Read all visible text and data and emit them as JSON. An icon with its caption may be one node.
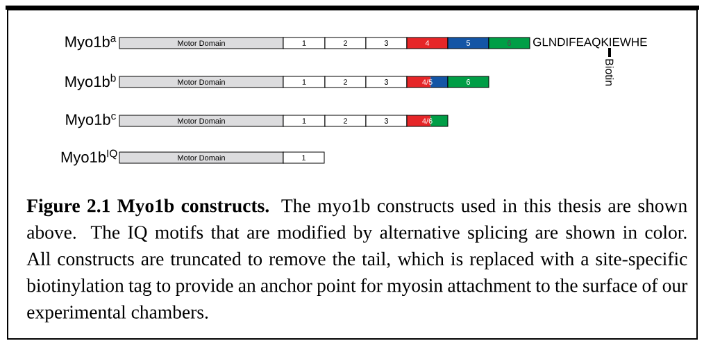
{
  "diagram": {
    "caption": "**Figure 2.1  Myo1b constructs.**  The myo1b constructs used in this thesis are shown above.  The IQ motifs that are modified by alternative splicing are shown in color.  All constructs are truncated to remove the tail, which is replaced with a site-specific biotinylation tag to provide an anchor point for myosin attachment to the surface of our experimental chambers.",
    "nodes": [
      {
        "text": [
          "Motor Domain"
        ]
      },
      {
        "text": [
          "1"
        ]
      },
      {
        "text": [
          "2"
        ]
      },
      {
        "text": [
          "3"
        ]
      },
      {
        "text": [
          "4"
        ]
      },
      {
        "text": [
          "5"
        ]
      },
      {
        "text": [
          "6"
        ]
      },
      {
        "text": [
          "Motor Domain"
        ]
      },
      {
        "text": [
          "1"
        ]
      },
      {
        "text": [
          "2"
        ]
      },
      {
        "text": [
          "3"
        ]
      },
      {
        "text": [
          "4/5"
        ]
      },
      {
        "text": [
          "6"
        ]
      },
      {
        "text": [
          "Motor Domain"
        ]
      },
      {
        "text": [
          "1"
        ]
      },
      {
        "text": [
          "2"
        ]
      },
      {
        "text": [
          "3"
        ]
      },
      {
        "text": [
          "4/6"
        ]
      },
      {
        "text": [
          "Motor Domain"
        ]
      },
      {
        "text": [
          "1"
        ]
      }
    ],
    "labels": [
      "Myo1b$^{a}$",
      "GLNDIFEAQKIEWHE",
      "Biotin",
      "Myo1b$^{b}$",
      "Myo1b$^{c}$",
      "Myo1b$^{IQ}$"
    ]
  }
}
